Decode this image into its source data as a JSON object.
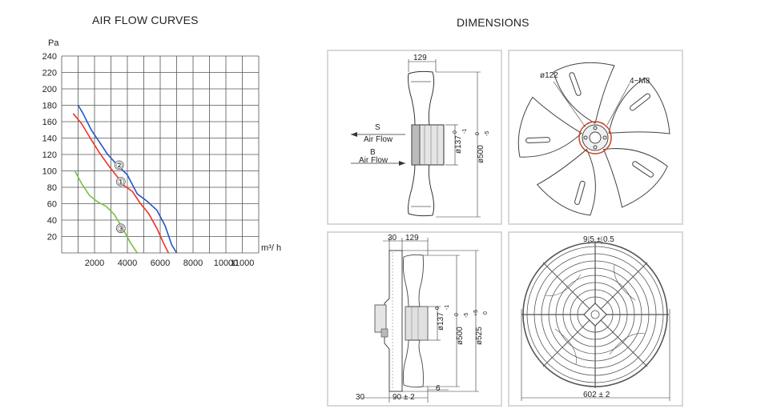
{
  "sections": {
    "chart_title": "AIR FLOW CURVES",
    "dimensions_title": "DIMENSIONS"
  },
  "chart_data": {
    "type": "line",
    "title": "AIR FLOW CURVES",
    "xlabel": "m³/ h",
    "ylabel": "Pa",
    "xlim": [
      0,
      12000
    ],
    "ylim": [
      0,
      240
    ],
    "x_ticks": [
      2000,
      4000,
      6000,
      8000,
      10000,
      11000
    ],
    "y_ticks": [
      20,
      40,
      60,
      80,
      100,
      120,
      140,
      160,
      180,
      200,
      220,
      240
    ],
    "grid": true,
    "series": [
      {
        "name": "②",
        "color": "#2255cc",
        "x": [
          1000,
          1300,
          1800,
          2300,
          2800,
          3400,
          4000,
          4600,
          5200,
          5800,
          6300,
          6700,
          7000
        ],
        "y": [
          180,
          170,
          150,
          135,
          120,
          107,
          95,
          72,
          63,
          52,
          33,
          10,
          0
        ]
      },
      {
        "name": "①",
        "color": "#ee3322",
        "x": [
          700,
          1200,
          1800,
          2300,
          2800,
          3300,
          3800,
          4300,
          4800,
          5300,
          5800,
          6200,
          6500
        ],
        "y": [
          170,
          158,
          138,
          122,
          108,
          95,
          82,
          75,
          60,
          48,
          30,
          12,
          0
        ]
      },
      {
        "name": "③",
        "color": "#77c044",
        "x": [
          800,
          1200,
          1700,
          2200,
          2700,
          3200,
          3700,
          4200,
          4600
        ],
        "y": [
          100,
          85,
          70,
          62,
          57,
          47,
          30,
          12,
          0
        ]
      }
    ],
    "curve_labels": [
      {
        "text": "②",
        "x": 3500,
        "y": 107
      },
      {
        "text": "①",
        "x": 3600,
        "y": 87
      },
      {
        "text": "③",
        "x": 3600,
        "y": 30
      }
    ]
  },
  "dimensions": {
    "side_view": {
      "width_top": "129",
      "hub_dia": "ø137",
      "hub_tol_upper": "0",
      "hub_tol_lower": "-1",
      "blade_dia": "ø500",
      "blade_tol_upper": "0",
      "blade_tol_lower": "-5",
      "airflow_s_letter": "S",
      "airflow_s_text": "Air Flow",
      "airflow_b_letter": "B",
      "airflow_b_text": "Air Flow"
    },
    "front_view": {
      "hub_dia": "ø122",
      "mounting": "4−M8"
    },
    "guard_side_view": {
      "offset": "30",
      "width_top": "129",
      "hub_dia": "ø137",
      "hub_tol_upper": "0",
      "hub_tol_lower": "-1",
      "blade_dia": "ø500",
      "blade_tol_upper": "0",
      "blade_tol_lower": "-5",
      "guard_dia": "ø525",
      "guard_tol_upper": "+5",
      "guard_tol_lower": "0",
      "bottom_offset": "30",
      "bottom_depth": "90 ± 2",
      "bottom_gap": "6"
    },
    "guard_front_view": {
      "slot": "9.5 ± 0.5",
      "width": "602 ± 2"
    }
  }
}
